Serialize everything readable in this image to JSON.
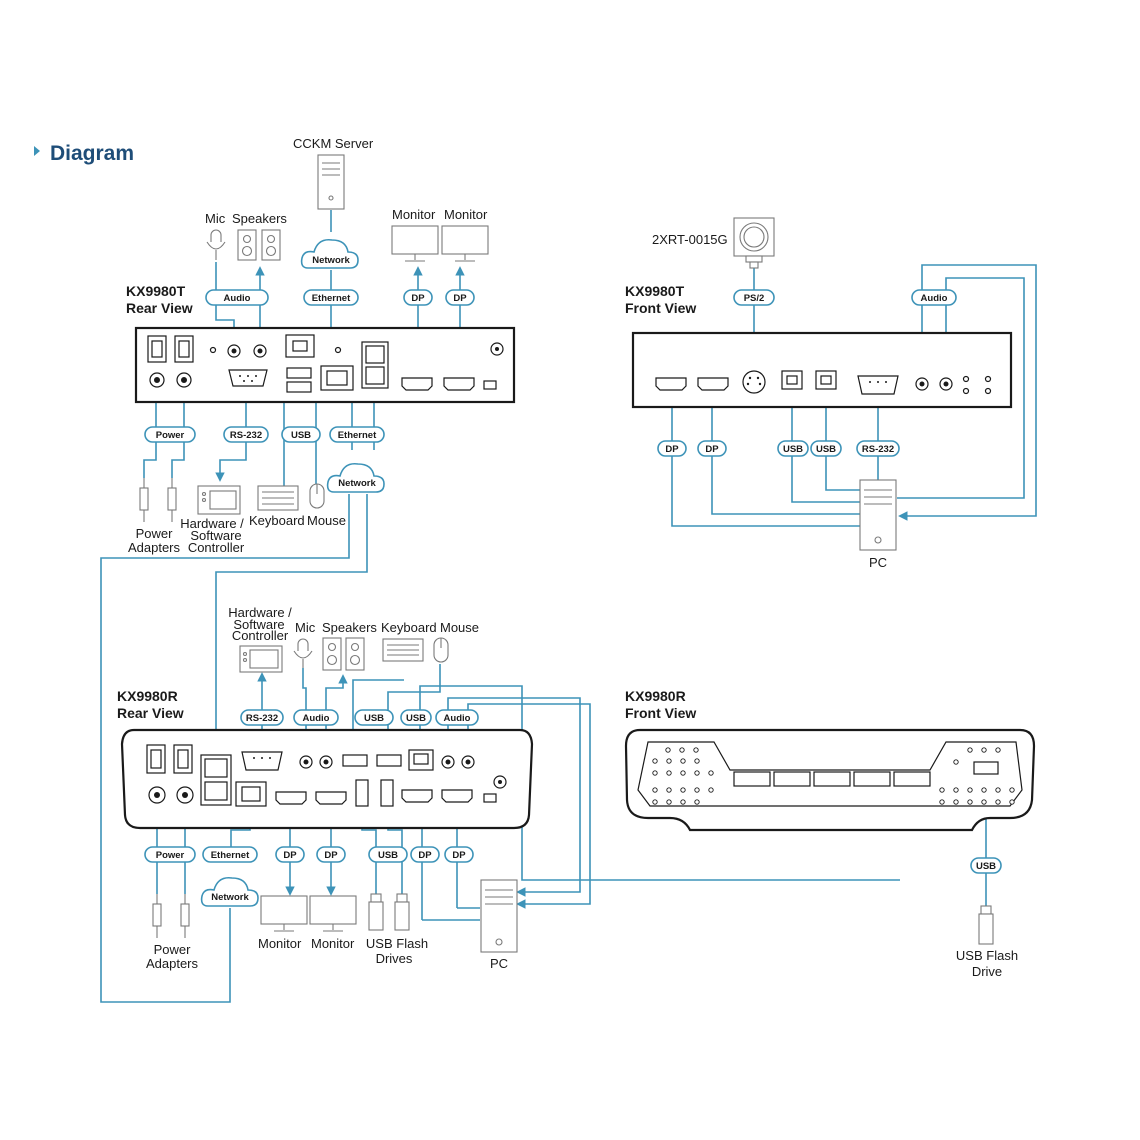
{
  "heading": "Diagram",
  "colors": {
    "accent": "#3d93b8",
    "heading": "#1e4d78",
    "line": "#1a1a1a"
  },
  "views": {
    "tx_rear": [
      "KX9980T",
      "Rear View"
    ],
    "tx_front": [
      "KX9980T",
      "Front View"
    ],
    "rx_rear": [
      "KX9980R",
      "Rear View"
    ],
    "rx_front": [
      "KX9980R",
      "Front View"
    ]
  },
  "labels": {
    "cckm": "CCKM Server",
    "mic": "Mic",
    "speakers": "Speakers",
    "monitor": "Monitor",
    "power_adapters": [
      "Power",
      "Adapters"
    ],
    "hw_controller": [
      "Hardware /",
      "Software",
      "Controller"
    ],
    "keyboard": "Keyboard",
    "mouse": "Mouse",
    "camera": "2XRT-0015G",
    "pc": "PC",
    "usb_flash_drives": [
      "USB Flash",
      "Drives"
    ],
    "usb_flash_drive": [
      "USB Flash",
      "Drive"
    ]
  },
  "connectors": {
    "audio": "Audio",
    "network": "Network",
    "ethernet": "Ethernet",
    "dp": "DP",
    "power": "Power",
    "rs232": "RS-232",
    "usb": "USB",
    "ps2": "PS/2"
  }
}
